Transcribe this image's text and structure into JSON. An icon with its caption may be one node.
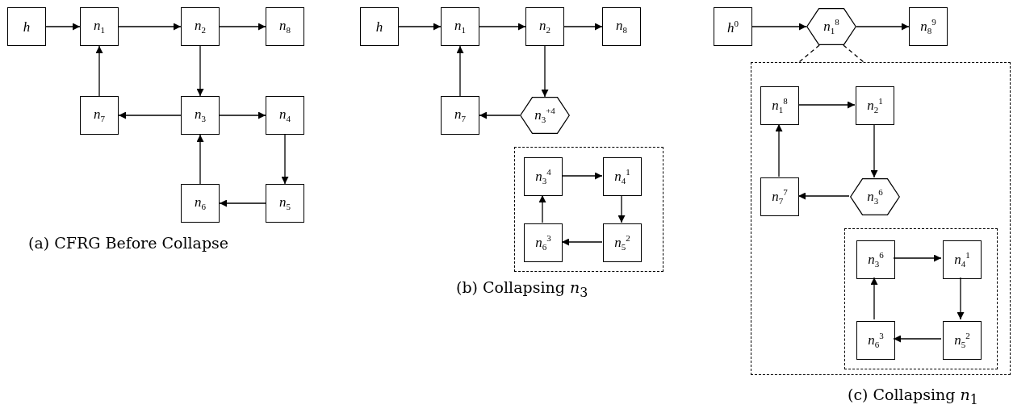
{
  "diagram": {
    "nodes": [
      {
        "text": [
          "h"
        ]
      },
      {
        "text": [
          "n$_{1}$"
        ]
      },
      {
        "text": [
          "n$_{2}$"
        ]
      },
      {
        "text": [
          "n$_{8}$"
        ]
      },
      {
        "text": [
          "n$_{7}$"
        ]
      },
      {
        "text": [
          "n$_{3}$"
        ]
      },
      {
        "text": [
          "n$_{4}$"
        ]
      },
      {
        "text": [
          "n$_{6}$"
        ]
      },
      {
        "text": [
          "n$_{5}$"
        ]
      },
      {
        "text": [
          "h"
        ]
      },
      {
        "text": [
          "n$_{1}$"
        ]
      },
      {
        "text": [
          "n$_{2}$"
        ]
      },
      {
        "text": [
          "n$_{8}$"
        ]
      },
      {
        "text": [
          "n$_{7}$"
        ]
      },
      {
        "text": [
          "n$_{3}$$^{+4}$"
        ]
      },
      {
        "text": [],
        "shape": "box"
      },
      {
        "text": [
          "n$_{3}$$^{4}$"
        ],
        "in": 15
      },
      {
        "text": [
          "n$_{4}$$^{1}$"
        ],
        "in": 15
      },
      {
        "text": [
          "n$_{6}$$^{3}$"
        ],
        "in": 15
      },
      {
        "text": [
          "n$_{5}$$^{2}$"
        ],
        "in": 15
      },
      {
        "text": [
          "h$^{0}$"
        ]
      },
      {
        "text": [
          "n$_{1}$$^{8}$"
        ]
      },
      {
        "text": [
          "n$_{8}$$^{9}$"
        ]
      },
      {
        "text": [],
        "shape": "box"
      },
      {
        "text": [
          "n$_{1}$$^{8}$"
        ],
        "in": 23
      },
      {
        "text": [
          "n$_{2}$$^{1}$"
        ],
        "in": 23
      },
      {
        "text": [
          "n$_{7}$$^{7}$"
        ],
        "in": 23
      },
      {
        "text": [
          "n$_{3}$$^{6}$"
        ],
        "in": 23
      },
      {
        "text": [],
        "shape": "box",
        "in": 23
      },
      {
        "text": [
          "n$_{3}$$^{6}$"
        ],
        "in": 28
      },
      {
        "text": [
          "n$_{4}$$^{1}$"
        ],
        "in": 28
      },
      {
        "text": [
          "n$_{6}$$^{3}$"
        ],
        "in": 28
      },
      {
        "text": [
          "n$_{5}$$^{2}$"
        ],
        "in": 28
      }
    ],
    "edges": [
      {
        "from": 0,
        "to": 1,
        "arrow": "to"
      },
      {
        "from": 1,
        "to": 2,
        "arrow": "to"
      },
      {
        "from": 2,
        "to": 3,
        "arrow": "to"
      },
      {
        "from": 2,
        "to": 5,
        "arrow": "to"
      },
      {
        "from": 5,
        "to": 4,
        "arrow": "to"
      },
      {
        "from": 4,
        "to": 1,
        "arrow": "to"
      },
      {
        "from": 5,
        "to": 6,
        "arrow": "to"
      },
      {
        "from": 6,
        "to": 8,
        "arrow": "to"
      },
      {
        "from": 8,
        "to": 7,
        "arrow": "to"
      },
      {
        "from": 7,
        "to": 5,
        "arrow": "to"
      },
      {
        "from": 9,
        "to": 10,
        "arrow": "to"
      },
      {
        "from": 10,
        "to": 11,
        "arrow": "to"
      },
      {
        "from": 11,
        "to": 12,
        "arrow": "to"
      },
      {
        "from": 11,
        "to": 14,
        "arrow": "to"
      },
      {
        "from": 14,
        "to": 13,
        "arrow": "to"
      },
      {
        "from": 13,
        "to": 10,
        "arrow": "to"
      },
      {
        "from": 16,
        "to": 17,
        "arrow": "to"
      },
      {
        "from": 17,
        "to": 19,
        "arrow": "to"
      },
      {
        "from": 19,
        "to": 18,
        "arrow": "to"
      },
      {
        "from": 18,
        "to": 16,
        "arrow": "to"
      },
      {
        "from": 20,
        "to": 21,
        "arrow": "to"
      },
      {
        "from": 21,
        "to": 22,
        "arrow": "to"
      },
      {
        "from": 21,
        "to": 23,
        "arrow": "none",
        "style": "dashed"
      },
      {
        "from": 21,
        "to": 23,
        "arrow": "none",
        "style": "dashed"
      },
      {
        "from": 24,
        "to": 25,
        "arrow": "to"
      },
      {
        "from": 25,
        "to": 27,
        "arrow": "to"
      },
      {
        "from": 27,
        "to": 26,
        "arrow": "to"
      },
      {
        "from": 26,
        "to": 24,
        "arrow": "to"
      },
      {
        "from": 29,
        "to": 30,
        "arrow": "to"
      },
      {
        "from": 30,
        "to": 32,
        "arrow": "to"
      },
      {
        "from": 32,
        "to": 31,
        "arrow": "to"
      },
      {
        "from": 31,
        "to": 29,
        "arrow": "to"
      }
    ],
    "labels": [
      "(a) CFRG Before Collapse",
      "(b) Collapsing *n*$_{3}$",
      "(c) Collapsing *n*$_{1}$"
    ]
  }
}
